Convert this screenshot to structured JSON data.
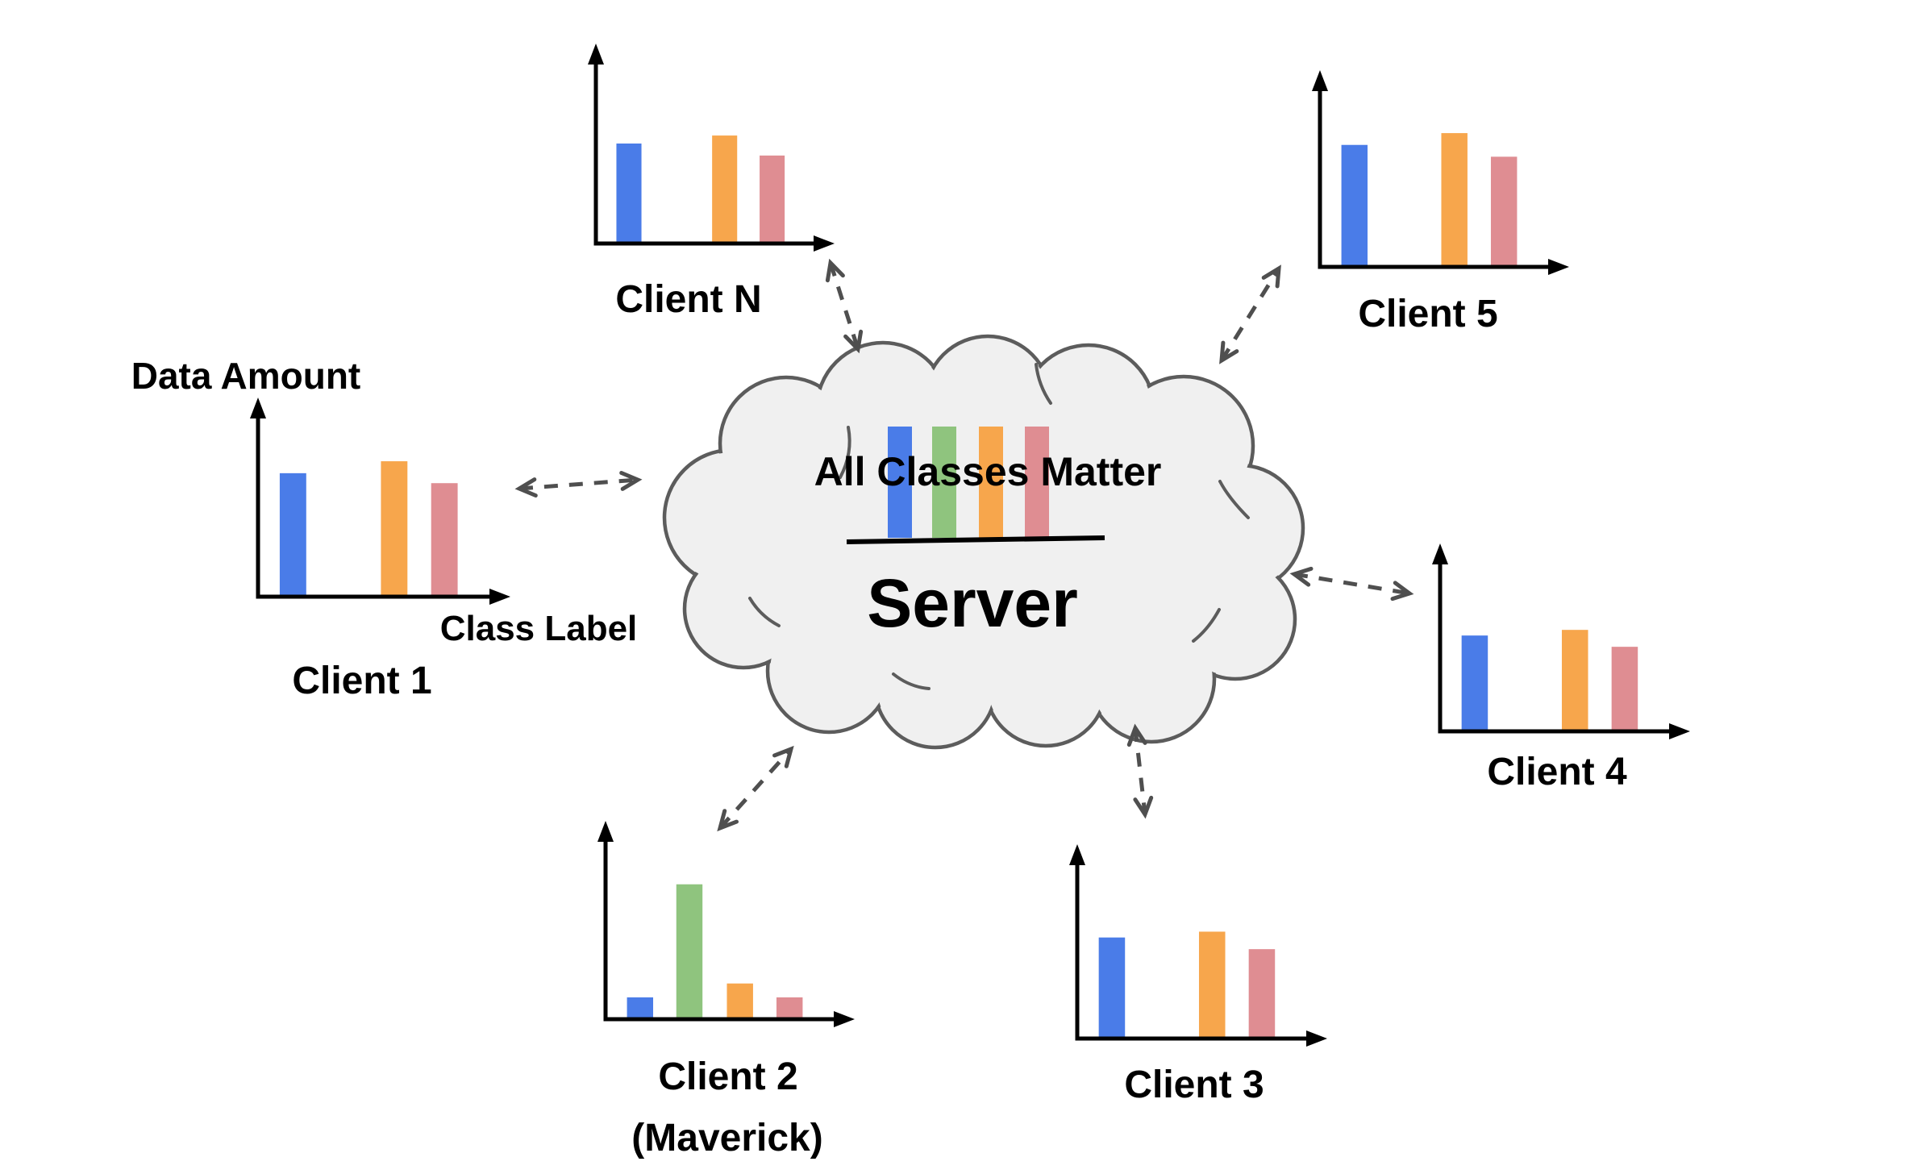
{
  "colors": {
    "blue": "#4A7CE8",
    "green": "#8FC47E",
    "orange": "#F7A64C",
    "pink": "#DF8D92",
    "axis": "#000000",
    "arrow": "#4F4F4F",
    "cloud_fill": "#F0F0F0",
    "cloud_stroke": "#5C5C5C"
  },
  "server": {
    "name_label": "Server",
    "banner_label": "All Classes Matter"
  },
  "axes": {
    "y_label": "Data Amount",
    "x_label": "Class Label"
  },
  "clients": [
    {
      "id": "client1",
      "label": "Client 1"
    },
    {
      "id": "client2",
      "label": "Client 2",
      "sublabel": "(Maverick)"
    },
    {
      "id": "client3",
      "label": "Client 3"
    },
    {
      "id": "client4",
      "label": "Client 4"
    },
    {
      "id": "client5",
      "label": "Client 5"
    },
    {
      "id": "clientN",
      "label": "Client N"
    }
  ],
  "links": [
    {
      "from": "client1",
      "to": "server",
      "style": "dashed",
      "heads": "both"
    },
    {
      "from": "client2",
      "to": "server",
      "style": "dashed",
      "heads": "both"
    },
    {
      "from": "client3",
      "to": "server",
      "style": "dashed",
      "heads": "both"
    },
    {
      "from": "client4",
      "to": "server",
      "style": "dashed",
      "heads": "both"
    },
    {
      "from": "client5",
      "to": "server",
      "style": "dashed",
      "heads": "both"
    },
    {
      "from": "clientN",
      "to": "server",
      "style": "dashed",
      "heads": "both"
    }
  ],
  "chart_data": [
    {
      "id": "client1",
      "type": "bar",
      "title": "Client 1",
      "xlabel": "Class Label",
      "ylabel": "Data Amount",
      "categories": [
        "blue",
        "orange",
        "pink"
      ],
      "values": [
        0.62,
        0.68,
        0.57
      ],
      "ylim": [
        0,
        1
      ],
      "note": "near-uniform class distribution"
    },
    {
      "id": "client2",
      "type": "bar",
      "title": "Client 2 (Maverick)",
      "categories": [
        "blue",
        "green",
        "orange",
        "pink"
      ],
      "values": [
        0.11,
        0.68,
        0.18,
        0.11
      ],
      "ylim": [
        0,
        1
      ],
      "note": "skewed distribution dominated by green class"
    },
    {
      "id": "client3",
      "type": "bar",
      "title": "Client 3",
      "categories": [
        "blue",
        "orange",
        "pink"
      ],
      "values": [
        0.52,
        0.55,
        0.46
      ],
      "ylim": [
        0,
        1
      ],
      "note": "near-uniform class distribution"
    },
    {
      "id": "client4",
      "type": "bar",
      "title": "Client 4",
      "categories": [
        "blue",
        "orange",
        "pink"
      ],
      "values": [
        0.51,
        0.54,
        0.45
      ],
      "ylim": [
        0,
        1
      ],
      "note": "near-uniform class distribution"
    },
    {
      "id": "client5",
      "type": "bar",
      "title": "Client 5",
      "categories": [
        "blue",
        "orange",
        "pink"
      ],
      "values": [
        0.62,
        0.68,
        0.56
      ],
      "ylim": [
        0,
        1
      ],
      "note": "near-uniform class distribution"
    },
    {
      "id": "clientN",
      "type": "bar",
      "title": "Client N",
      "categories": [
        "blue",
        "orange",
        "pink"
      ],
      "values": [
        0.5,
        0.54,
        0.44
      ],
      "ylim": [
        0,
        1
      ],
      "note": "near-uniform class distribution"
    },
    {
      "id": "server",
      "type": "bar",
      "title": "All Classes Matter",
      "categories": [
        "blue",
        "green",
        "orange",
        "pink"
      ],
      "values": [
        1,
        1,
        1,
        1
      ],
      "ylim": [
        0,
        1
      ],
      "note": "balanced aggregate distribution shown inside server cloud"
    }
  ]
}
